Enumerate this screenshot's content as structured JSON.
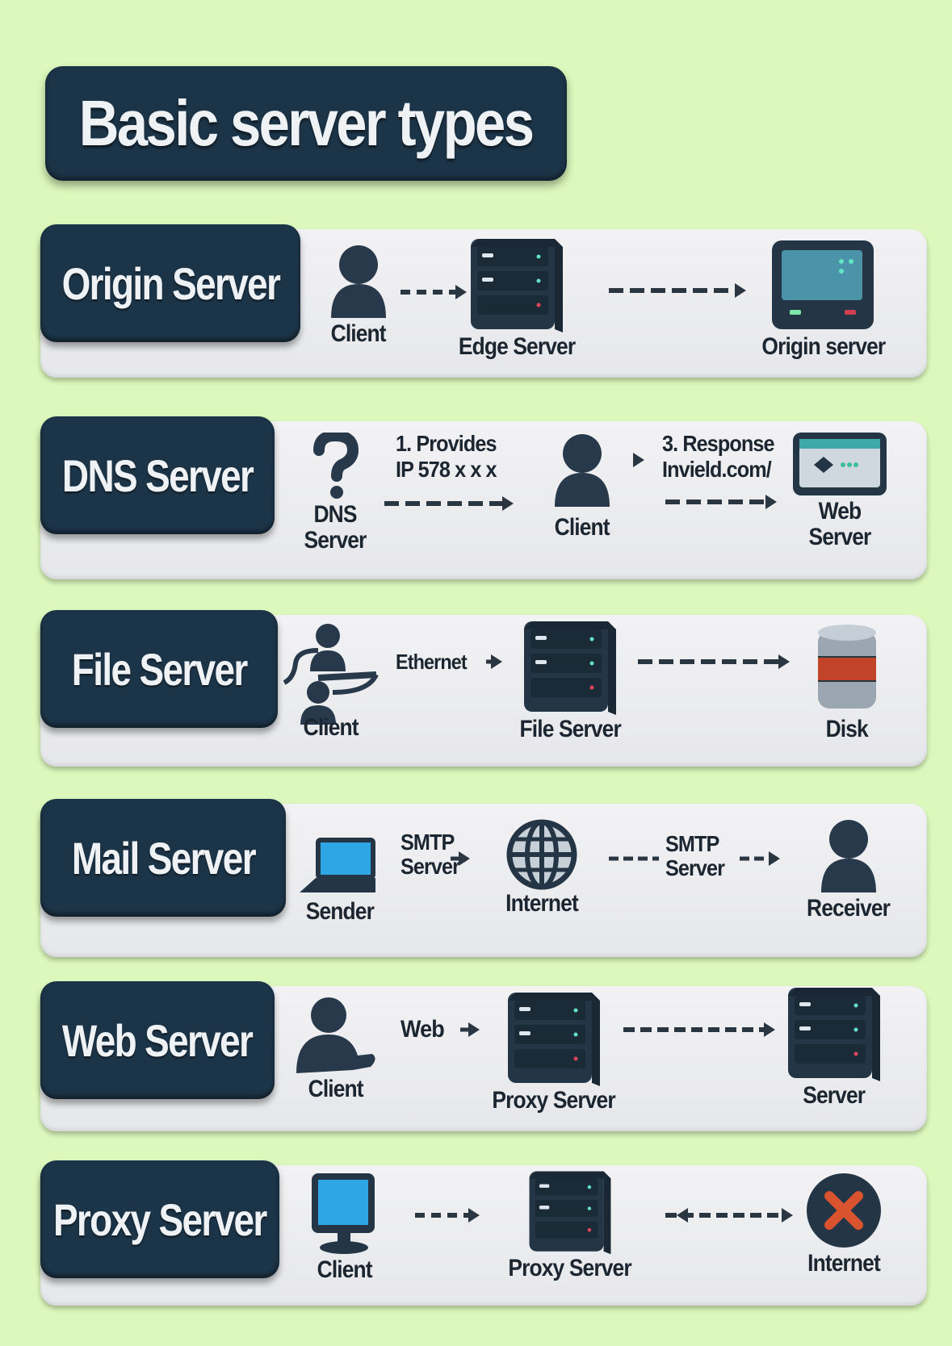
{
  "title": "Basic server types",
  "colors": {
    "background": "#dcf8bc",
    "label_box": "#1c3447",
    "panel": "#eeeef0",
    "text": "#1c2631",
    "screen_blue": "#2ea6e6",
    "disk_red": "#c0432a",
    "x_red": "#d9532f"
  },
  "rows": [
    {
      "label": "Origin Server",
      "nodes": [
        {
          "caption": "Client",
          "icon": "person-icon"
        },
        {
          "caption": "Edge Server",
          "icon": "server-rack-icon"
        },
        {
          "caption": "Origin server",
          "icon": "server-monitor-icon"
        }
      ]
    },
    {
      "label": "DNS Server",
      "nodes": [
        {
          "caption": "DNS Server",
          "icon": "question-mark-icon"
        },
        {
          "caption": "Client",
          "icon": "person-icon"
        },
        {
          "caption": "Web Server",
          "icon": "web-browser-icon"
        }
      ],
      "notes": {
        "step1_line1": "1.  Provides",
        "step1_line2": "IP 578 x x x",
        "step3_line1": "3. Response",
        "step3_line2": "Invield.com/"
      }
    },
    {
      "label": "File Server",
      "nodes": [
        {
          "caption": "Client",
          "icon": "users-icon"
        },
        {
          "caption": "File Server",
          "icon": "server-rack-icon"
        },
        {
          "caption": "Disk",
          "icon": "disk-icon"
        }
      ],
      "notes": {
        "link": "Ethernet"
      }
    },
    {
      "label": "Mail Server",
      "nodes": [
        {
          "caption": "Sender",
          "icon": "laptop-icon"
        },
        {
          "caption": "Internet",
          "icon": "globe-icon"
        },
        {
          "caption": "Receiver",
          "icon": "person-icon"
        }
      ],
      "notes": {
        "smtp1_line1": "SMTP",
        "smtp1_line2": "Server",
        "smtp2_line1": "SMTP",
        "smtp2_line2": "Server"
      }
    },
    {
      "label": "Web Server",
      "nodes": [
        {
          "caption": "Client",
          "icon": "person-icon"
        },
        {
          "caption": "Proxy Server",
          "icon": "server-rack-icon"
        },
        {
          "caption": "Server",
          "icon": "server-rack-icon"
        }
      ],
      "notes": {
        "link": "Web"
      }
    },
    {
      "label": "Proxy Server",
      "nodes": [
        {
          "caption": "Client",
          "icon": "monitor-icon"
        },
        {
          "caption": "Proxy Server",
          "icon": "server-rack-icon"
        },
        {
          "caption": "Internet",
          "icon": "blocked-x-icon"
        }
      ]
    }
  ]
}
